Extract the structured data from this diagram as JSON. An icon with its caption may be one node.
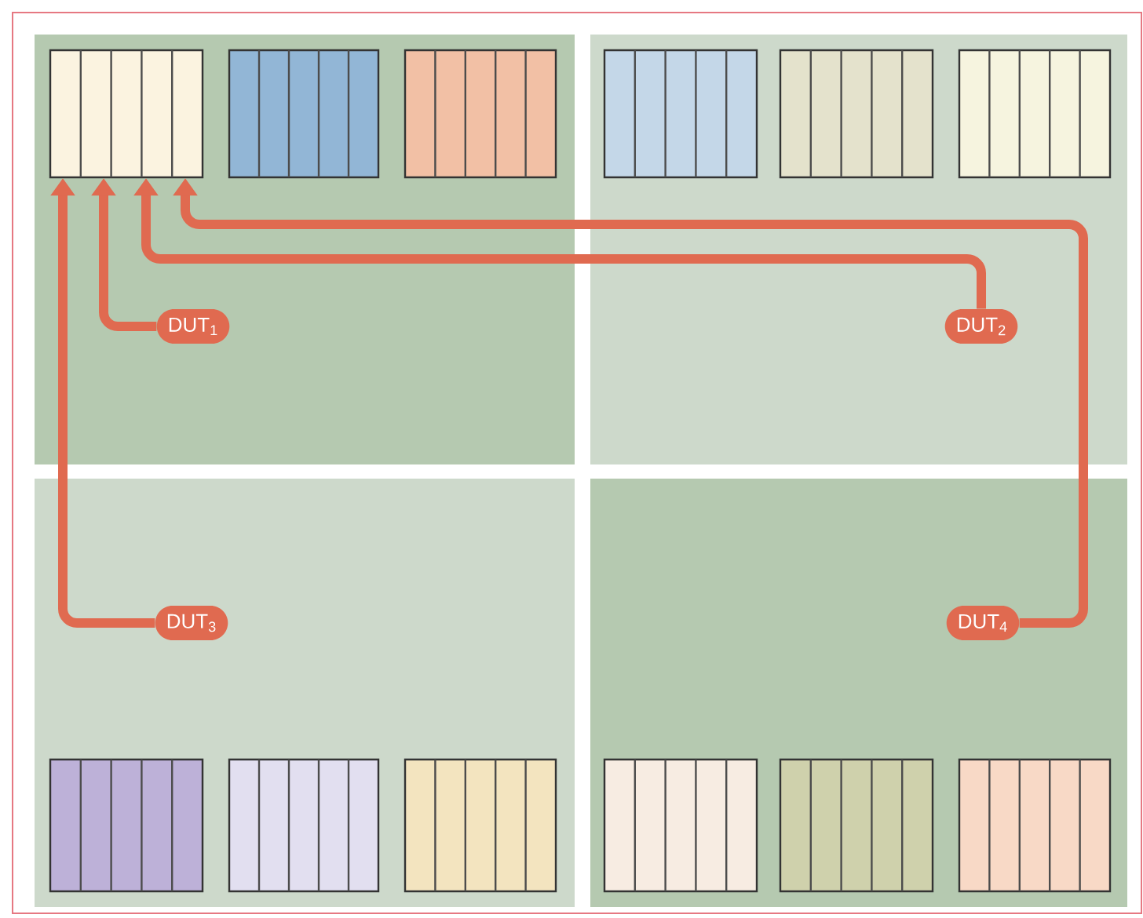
{
  "diagram": {
    "nodes": [
      {
        "text": [],
        "shape": "box"
      },
      {
        "text": [],
        "shape": "box"
      },
      {
        "text": [],
        "shape": "box"
      },
      {
        "text": [],
        "shape": "box"
      },
      {
        "text": [],
        "shape": "box"
      },
      {
        "text": [],
        "shape": "box"
      },
      {
        "text": [
          "DUT$_{1}$"
        ]
      },
      {
        "text": [
          "DUT$_{2}$"
        ]
      },
      {
        "text": [
          "DUT$_{3}$"
        ]
      },
      {
        "text": [
          "DUT$_{4}$"
        ]
      },
      {
        "text": [],
        "shape": "box"
      },
      {
        "text": [],
        "shape": "box"
      },
      {
        "text": [],
        "shape": "box"
      },
      {
        "text": [],
        "shape": "box"
      },
      {
        "text": [],
        "shape": "box"
      },
      {
        "text": [],
        "shape": "box"
      }
    ],
    "edges": [
      {
        "from": 6,
        "to": 0,
        "arrow": "to"
      },
      {
        "from": 7,
        "to": 0,
        "arrow": "to"
      },
      {
        "from": 8,
        "to": 0,
        "arrow": "to"
      },
      {
        "from": 9,
        "to": 0,
        "arrow": "to"
      }
    ]
  }
}
